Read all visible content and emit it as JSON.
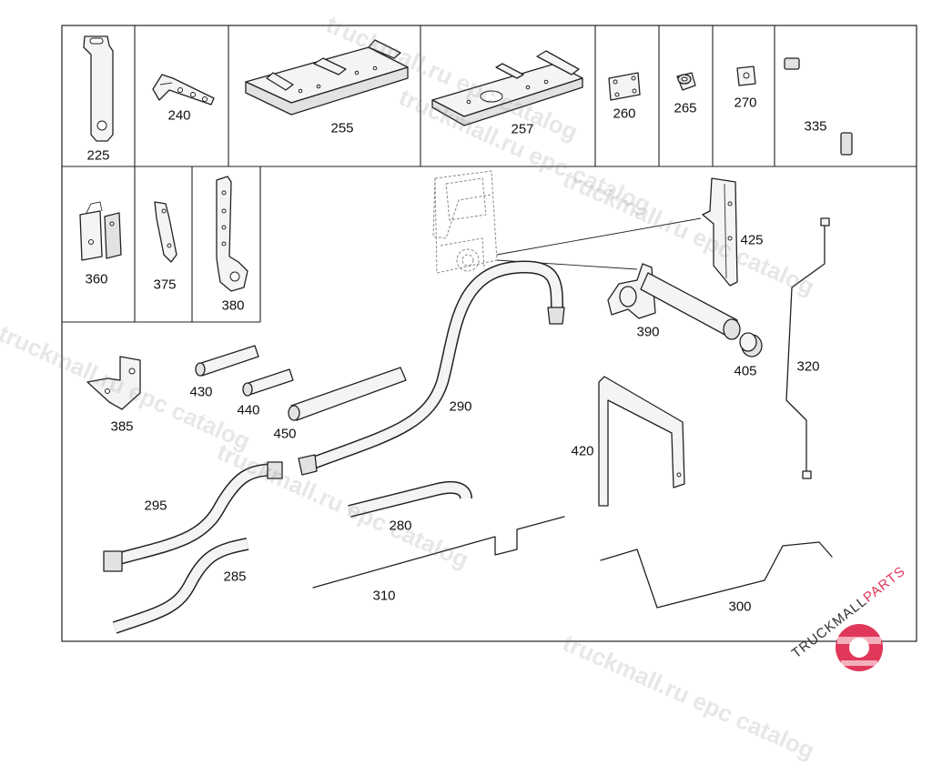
{
  "diagram": {
    "labels": {
      "p225": "225",
      "p240": "240",
      "p255": "255",
      "p257": "257",
      "p260": "260",
      "p265": "265",
      "p270": "270",
      "p335": "335",
      "p360": "360",
      "p375": "375",
      "p380": "380",
      "p385": "385",
      "p390": "390",
      "p405": "405",
      "p425": "425",
      "p320": "320",
      "p430": "430",
      "p440": "440",
      "p450": "450",
      "p290": "290",
      "p420": "420",
      "p295": "295",
      "p280": "280",
      "p285": "285",
      "p310": "310",
      "p300": "300"
    }
  },
  "watermarks": {
    "w1": "truckmall.ru epc catalog",
    "w2": "truckmall.ru epc catalog",
    "w3": "truckmall.ru epc catalog",
    "w4": "truckmall.ru epc catalog",
    "w5": "truckmall.ru epc catalog",
    "w6": "truckmall.ru epc catalog"
  },
  "logo": {
    "text_dark": "TRUCKMALL",
    "text_accent": "PARTS",
    "accent_color": "#e0375a"
  }
}
